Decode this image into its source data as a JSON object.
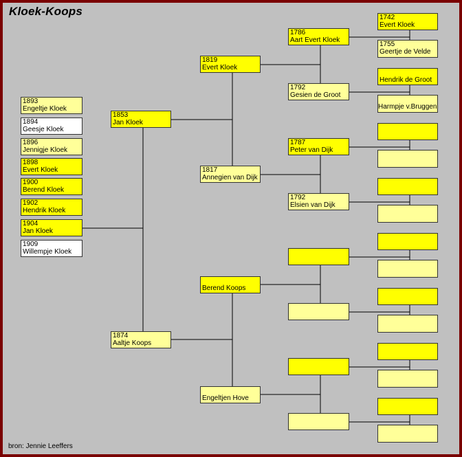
{
  "title": "Kloek-Koops",
  "source": "bron: Jennie Leeffers",
  "children": [
    {
      "year": "1893",
      "name": "Engeltje Kloek"
    },
    {
      "year": "1894",
      "name": "Geesje Kloek"
    },
    {
      "year": "1896",
      "name": "Jennigje Kloek"
    },
    {
      "year": "1898",
      "name": "Evert Kloek"
    },
    {
      "year": "1900",
      "name": "Berend Kloek"
    },
    {
      "year": "1902",
      "name": "Hendrik Kloek"
    },
    {
      "year": "1904",
      "name": "Jan Kloek"
    },
    {
      "year": "1909",
      "name": "Willempje Kloek"
    }
  ],
  "parents": {
    "father": {
      "year": "1853",
      "name": "Jan Kloek"
    },
    "mother": {
      "year": "1874",
      "name": "Aaltje Koops"
    }
  },
  "grandparents": {
    "ff": {
      "year": "1819",
      "name": "Evert Kloek"
    },
    "fm": {
      "year": "1817",
      "name": "Annegien van Dijk"
    },
    "mf": {
      "year": "",
      "name": "Berend Koops"
    },
    "mm": {
      "year": "",
      "name": "Engeltjen Hove"
    }
  },
  "great_grandparents": {
    "fff": {
      "year": "1786",
      "name": "Aart Evert Kloek"
    },
    "ffm": {
      "year": "1792",
      "name": "Gesien de Groot"
    },
    "fmf": {
      "year": "1787",
      "name": "Peter van Dijk"
    },
    "fmm": {
      "year": "1792",
      "name": "Elsien van Dijk"
    }
  },
  "gggp": {
    "g1": {
      "year": "1742",
      "name": "Evert Kloek"
    },
    "g2": {
      "year": "1755",
      "name": "Geertje de Velde"
    },
    "g3": {
      "year": "",
      "name": "Hendrik de Groot"
    },
    "g4": {
      "year": "",
      "name": "Harmpje v.Bruggen"
    }
  }
}
